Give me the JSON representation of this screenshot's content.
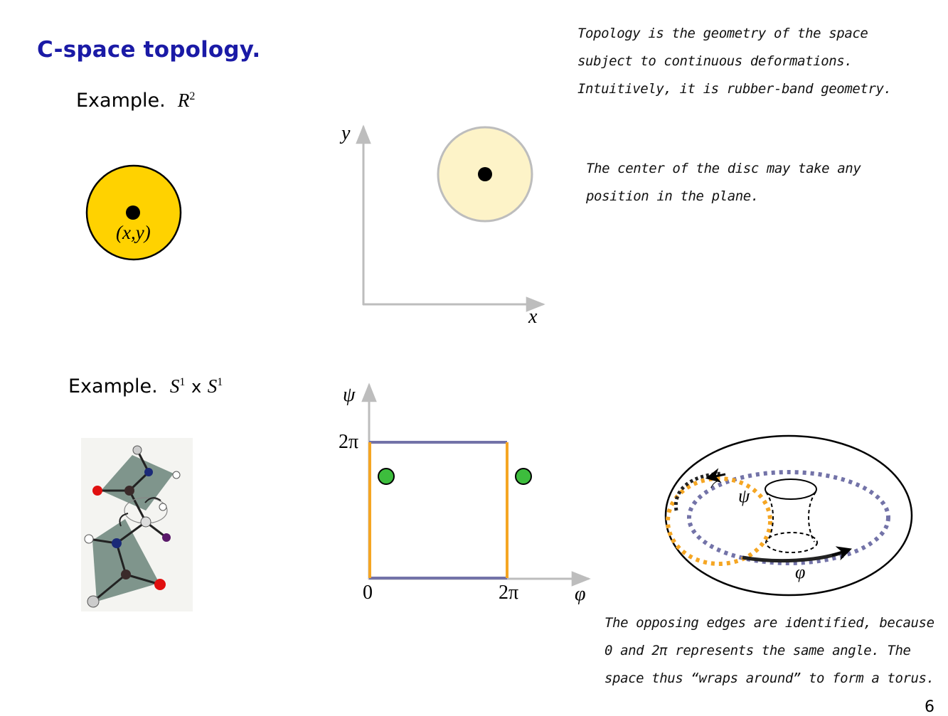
{
  "slide": {
    "title": "C-space topology.",
    "page_number": "6"
  },
  "example1": {
    "label": "Example.",
    "space_base": "R",
    "space_exp": "2",
    "point_label": "(x,y)",
    "axis_x": "x",
    "axis_y": "y",
    "note_top": [
      "Topology is the geometry of the space",
      "subject to continuous deformations.",
      "Intuitively, it is rubber-band geometry."
    ],
    "note_center": [
      "The center of the disc may take any",
      "position in the plane."
    ]
  },
  "example2": {
    "label": "Example.",
    "space_a": "S",
    "space_a_exp": "1",
    "times": "x",
    "space_b": "S",
    "space_b_exp": "1",
    "axis_psi": "ψ",
    "axis_phi": "φ",
    "tick_zero": "0",
    "tick_2pi_y": "2π",
    "tick_2pi_x": "2π",
    "torus_psi": "ψ",
    "torus_phi": "φ",
    "note_bottom": [
      "The opposing edges are identified, because",
      "0 and 2π represents the same angle. The",
      "space thus “wraps around” to form a torus."
    ]
  },
  "colors": {
    "title": "#1a1aa6",
    "disc_yellow": "#ffd200",
    "disc_pale": "#fdf3c8",
    "edge_orange": "#f5a623",
    "edge_slate": "#7373a8",
    "point_green": "#3dbd3d",
    "axis_gray": "#bdbdbd"
  }
}
